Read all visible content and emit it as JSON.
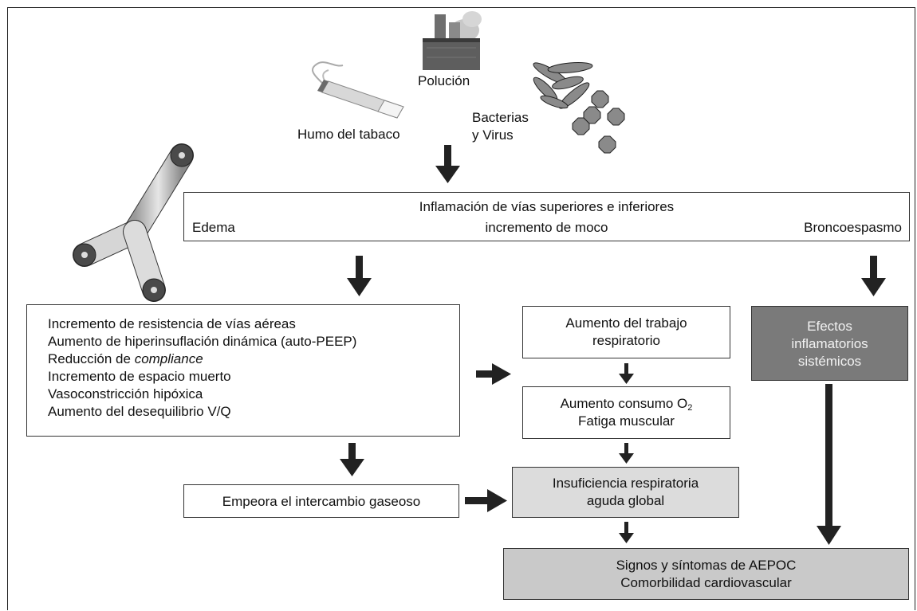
{
  "causes": {
    "pollution": "Polución",
    "smoke": "Humo del tabaco",
    "bacteria_line1": "Bacterias",
    "bacteria_line2": "y Virus"
  },
  "inflammation_box": {
    "title": "Inflamación de vías superiores e inferiores",
    "left": "Edema",
    "center": "incremento de moco",
    "right": "Broncoespasmo"
  },
  "mechanics_box": {
    "line1": "Incremento de resistencia de vías aéreas",
    "line2": "Aumento de hiperinsuflación dinámica (auto-PEEP)",
    "line3_prefix": "Reducción de ",
    "line3_italic": "compliance",
    "line4": "Incremento de espacio muerto",
    "line5": "Vasoconstricción hipóxica",
    "line6": "Aumento del desequilibrio V/Q"
  },
  "work_box": {
    "line1": "Aumento del trabajo",
    "line2": "respiratorio"
  },
  "o2_box": {
    "line1_prefix": "Aumento consumo O",
    "line1_sub": "2",
    "line2": "Fatiga muscular"
  },
  "systemic_box": {
    "line1": "Efectos",
    "line2": "inflamatorios",
    "line3": "sistémicos"
  },
  "gas_box": {
    "text": "Empeora el intercambio gaseoso"
  },
  "failure_box": {
    "line1": "Insuficiencia respiratoria",
    "line2": "aguda global"
  },
  "final_box": {
    "line1": "Signos y síntomas de AEPOC",
    "line2": "Comorbilidad cardiovascular"
  }
}
